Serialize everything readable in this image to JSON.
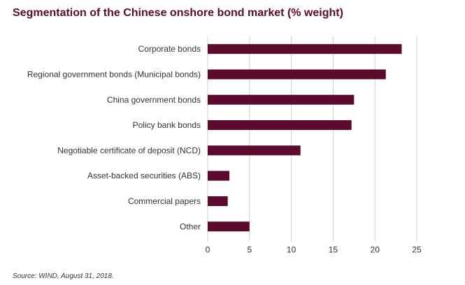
{
  "colors": {
    "bar": "#5c0a2e",
    "title": "#5c0a2e",
    "grid": "#d0d0d0",
    "text": "#333333"
  },
  "chart_data": {
    "type": "bar",
    "orientation": "horizontal",
    "title": "Segmentation of the Chinese onshore bond market (% weight)",
    "source": "Source: WIND, August 31, 2018.",
    "categories": [
      "Corporate bonds",
      "Regional government bonds (Municipal bonds)",
      "China government bonds",
      "Policy bank bonds",
      "Negotiable certificate of deposit (NCD)",
      "Asset-backed securities (ABS)",
      "Commercial papers",
      "Other"
    ],
    "values": [
      23.2,
      21.3,
      17.5,
      17.2,
      11.1,
      2.6,
      2.4,
      5.0
    ],
    "xlim": [
      0,
      25
    ],
    "xticks": [
      "0",
      "5",
      "10",
      "15",
      "20",
      "25"
    ],
    "grid": true,
    "legend": "none"
  }
}
